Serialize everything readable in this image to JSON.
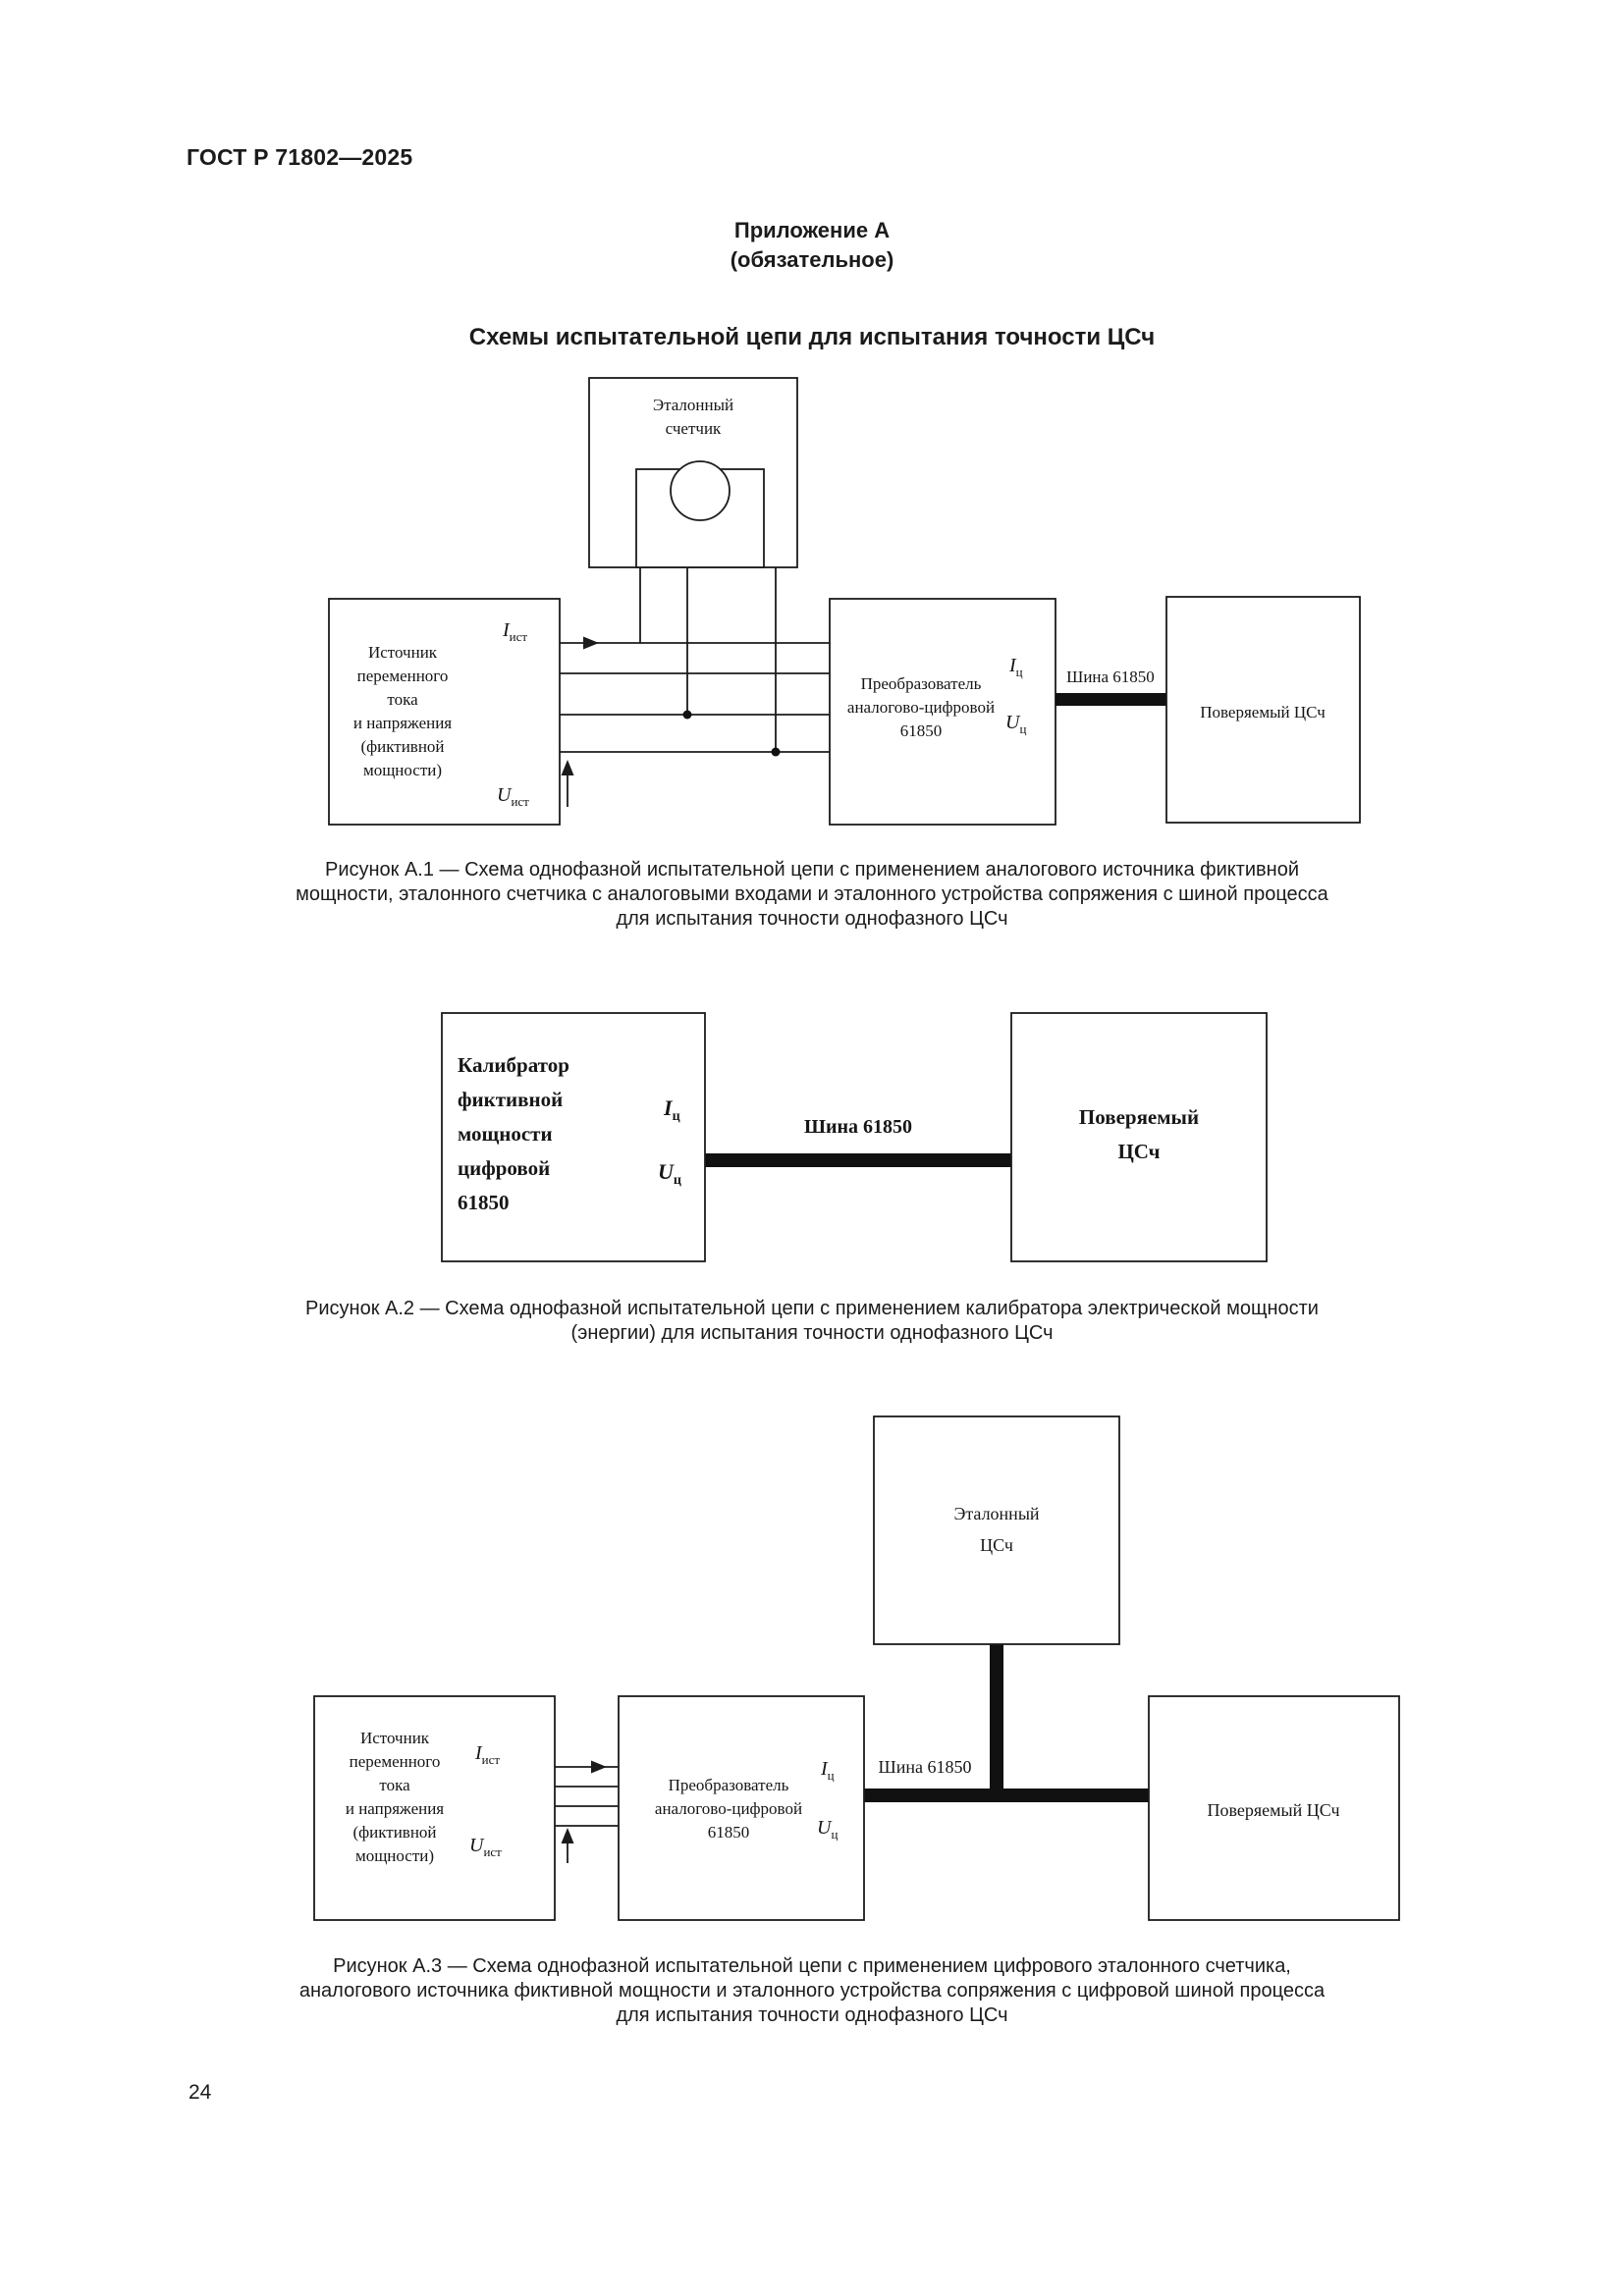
{
  "page": {
    "header": "ГОСТ Р 71802—2025",
    "appendix_title": "Приложение А",
    "appendix_subtitle": "(обязательное)",
    "section_title": "Схемы испытательной цепи для испытания точности ЦСч",
    "page_number": "24"
  },
  "labels": {
    "bus": "Шина 61850",
    "i_src": {
      "base": "I",
      "sub": "ист"
    },
    "u_src": {
      "base": "U",
      "sub": "ист"
    },
    "i_dig": {
      "base": "I",
      "sub": "ц"
    },
    "u_dig": {
      "base": "U",
      "sub": "ц"
    }
  },
  "fig_a1": {
    "meter": {
      "lines": [
        "Эталонный",
        "счетчик"
      ]
    },
    "source": {
      "lines": [
        "Источник",
        "переменного",
        "тока",
        "и напряжения",
        "(фиктивной",
        "мощности)"
      ]
    },
    "converter": {
      "lines": [
        "Преобразователь",
        "аналогово-цифровой",
        "61850"
      ]
    },
    "dut": {
      "lines": [
        "Поверяемый ЦСч"
      ]
    },
    "caption": {
      "lines": [
        "Рисунок А.1 — Схема однофазной испытательной цепи с применением аналогового источника фиктивной",
        "мощности, эталонного счетчика с аналоговыми входами и эталонного устройства сопряжения с шиной процесса",
        "для испытания точности однофазного ЦСч"
      ]
    }
  },
  "fig_a2": {
    "calibrator": {
      "lines": [
        "Калибратор",
        "фиктивной",
        "мощности",
        "цифровой",
        "61850"
      ]
    },
    "dut": {
      "lines": [
        "Поверяемый",
        "ЦСч"
      ]
    },
    "caption": {
      "lines": [
        "Рисунок А.2 — Схема однофазной испытательной цепи с применением калибратора электрической мощности",
        "(энергии) для испытания точности однофазного ЦСч"
      ]
    }
  },
  "fig_a3": {
    "ref_meter": {
      "lines": [
        "Эталонный",
        "ЦСч"
      ]
    },
    "source": {
      "lines": [
        "Источник",
        "переменного",
        "тока",
        "и напряжения",
        "(фиктивной",
        "мощности)"
      ]
    },
    "converter": {
      "lines": [
        "Преобразователь",
        "аналогово-цифровой",
        "61850"
      ]
    },
    "dut": {
      "lines": [
        "Поверяемый ЦСч"
      ]
    },
    "caption": {
      "lines": [
        "Рисунок А.3 — Схема однофазной испытательной цепи с применением цифрового эталонного счетчика,",
        "аналогового источника фиктивной мощности и эталонного устройства сопряжения с цифровой шиной процесса",
        "для испытания точности однофазного ЦСч"
      ]
    }
  }
}
